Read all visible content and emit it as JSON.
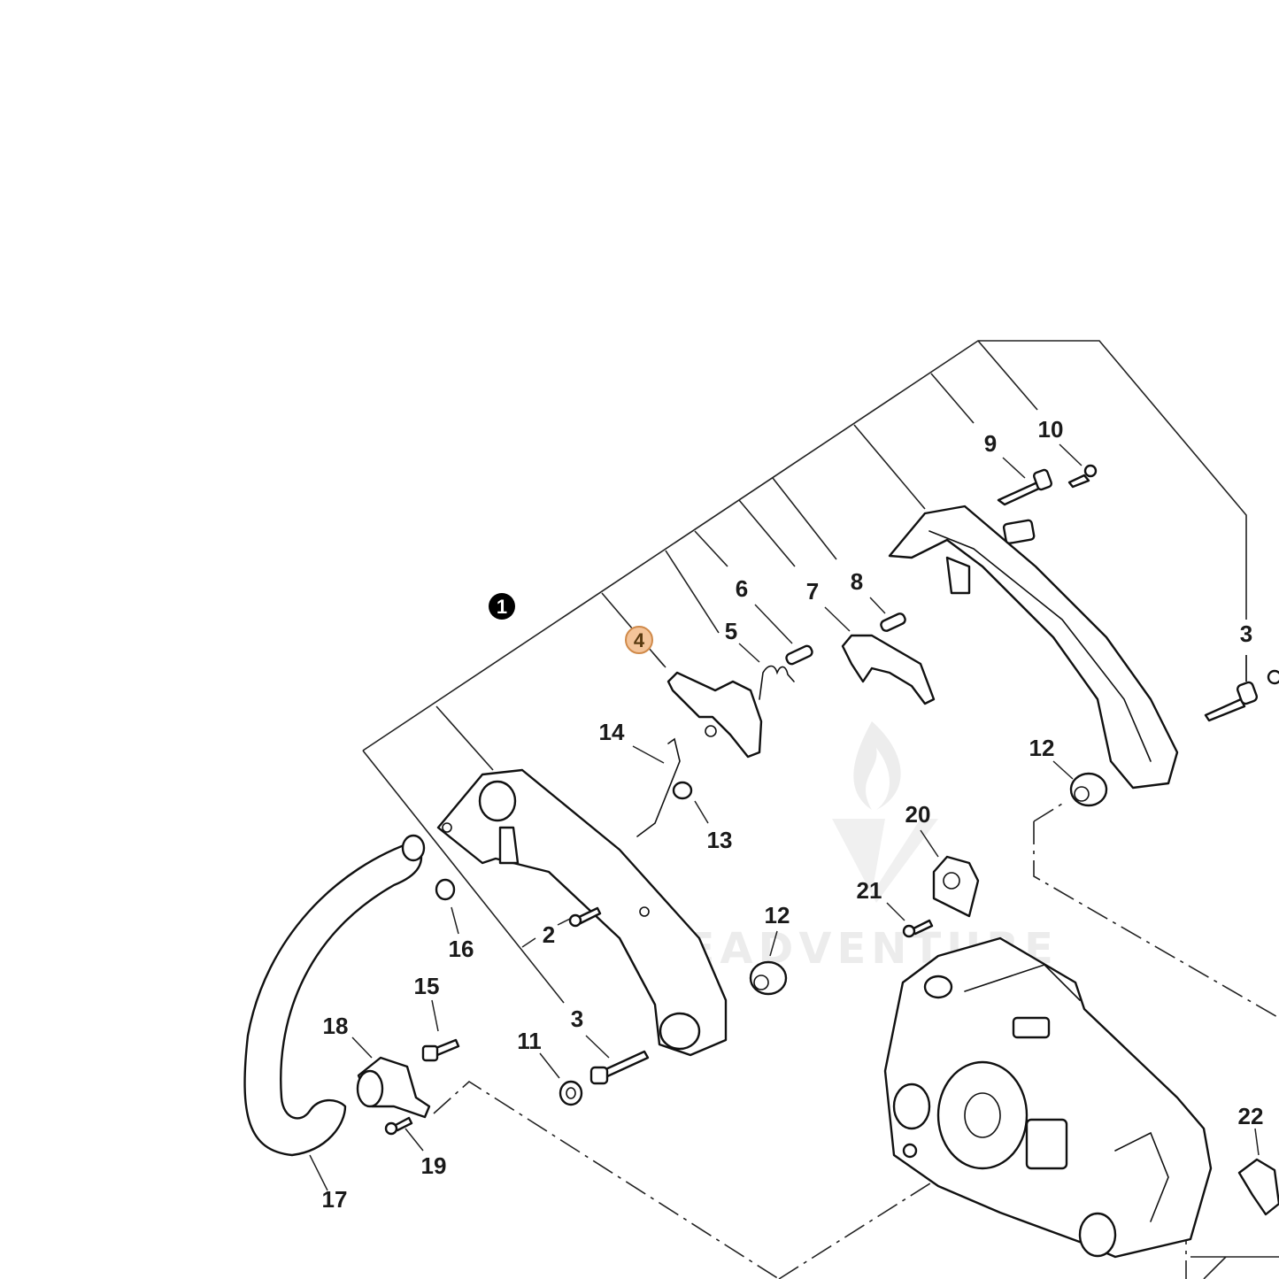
{
  "diagram": {
    "callouts": [
      {
        "id": "1",
        "style": "inverse"
      },
      {
        "id": "2"
      },
      {
        "id": "3"
      },
      {
        "id": "3"
      },
      {
        "id": "4",
        "style": "highlight"
      },
      {
        "id": "5"
      },
      {
        "id": "6"
      },
      {
        "id": "7"
      },
      {
        "id": "8"
      },
      {
        "id": "9"
      },
      {
        "id": "10"
      },
      {
        "id": "11"
      },
      {
        "id": "12"
      },
      {
        "id": "12"
      },
      {
        "id": "13"
      },
      {
        "id": "14"
      },
      {
        "id": "15"
      },
      {
        "id": "16"
      },
      {
        "id": "17"
      },
      {
        "id": "18"
      },
      {
        "id": "19"
      },
      {
        "id": "20"
      },
      {
        "id": "21"
      },
      {
        "id": "22"
      }
    ],
    "colors": {
      "line": "#222222",
      "highlight_fill": "#f4c49a",
      "highlight_stroke": "#d08a4a",
      "inverse_fill": "#000000"
    },
    "watermark": {
      "text": "LEADVENTURE",
      "icon": "flame-logo-icon"
    }
  }
}
